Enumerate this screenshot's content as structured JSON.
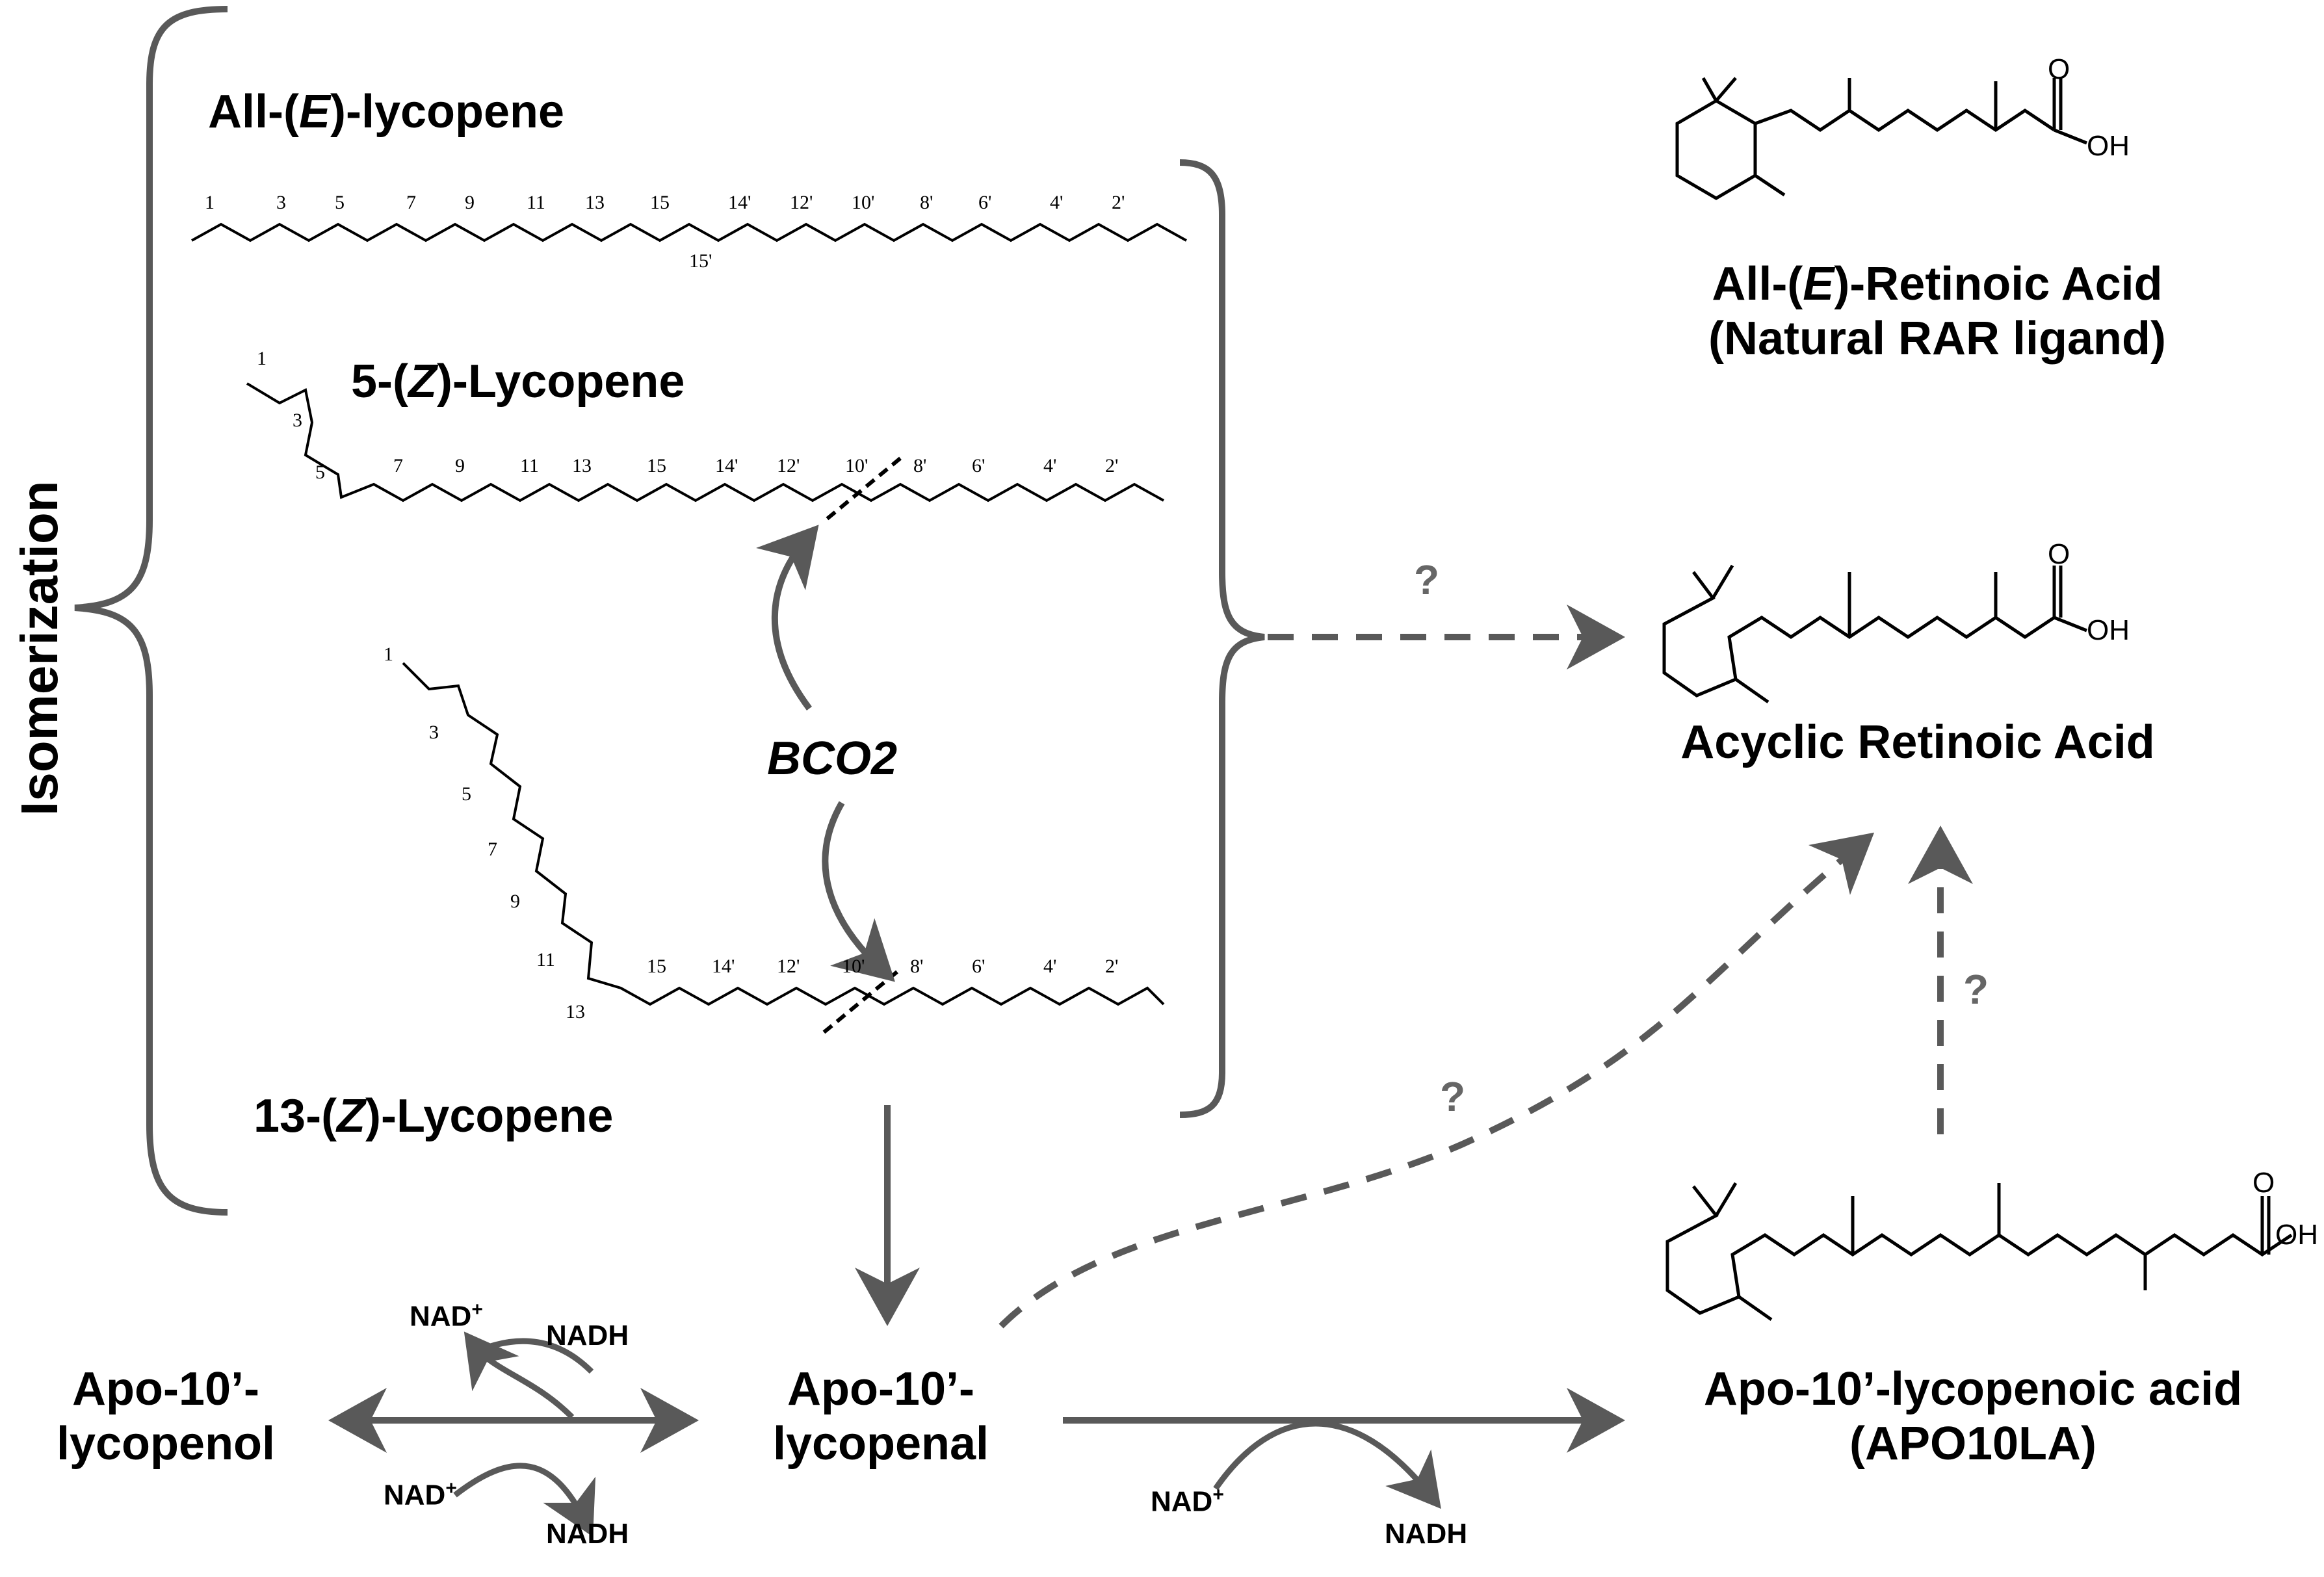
{
  "side_label": "Isomerization",
  "lycopene_all_e": {
    "prefix": "All-(",
    "italic": "E",
    "suffix": ")-lycopene"
  },
  "lycopene_5z": {
    "prefix": "5-(",
    "italic": "Z",
    "suffix": ")-Lycopene"
  },
  "lycopene_13z": {
    "prefix": "13-(",
    "italic": "Z",
    "suffix": ")-Lycopene"
  },
  "enzyme": "BCO2",
  "retinoic_all_e": {
    "line1_prefix": "All-(",
    "line1_italic": "E",
    "line1_suffix": ")-Retinoic Acid",
    "line2": "(Natural RAR ligand)"
  },
  "acyclic_ra": "Acyclic Retinoic Acid",
  "apo10la": {
    "line1": "Apo-10’-lycopenoic acid",
    "line2": "(APO10LA)"
  },
  "apo_lycopenal": {
    "line1": "Apo-10’-",
    "line2": "lycopenal"
  },
  "apo_lycopenol": {
    "line1": "Apo-10’-",
    "line2": "lycopenol"
  },
  "cofactors": {
    "nad": "NAD",
    "plus": "+",
    "nadh": "NADH"
  },
  "oh": "OH",
  "oxygen": "O",
  "unknown": "?",
  "numbering": {
    "all_e": [
      "1",
      "3",
      "5",
      "7",
      "9",
      "11",
      "13",
      "15",
      "14'",
      "12'",
      "10'",
      "8'",
      "6'",
      "4'",
      "2'",
      "15'"
    ],
    "z5": [
      "1",
      "3",
      "5",
      "7",
      "9",
      "11",
      "13",
      "15",
      "14'",
      "12'",
      "10'",
      "8'",
      "6'",
      "4'",
      "2'"
    ],
    "z13": [
      "1",
      "3",
      "5",
      "7",
      "9",
      "11",
      "13",
      "15",
      "14'",
      "12'",
      "10'",
      "8'",
      "6'",
      "4'",
      "2'"
    ]
  },
  "colors": {
    "arrow": "#595959",
    "structure": "#000000",
    "question": "#666666"
  }
}
